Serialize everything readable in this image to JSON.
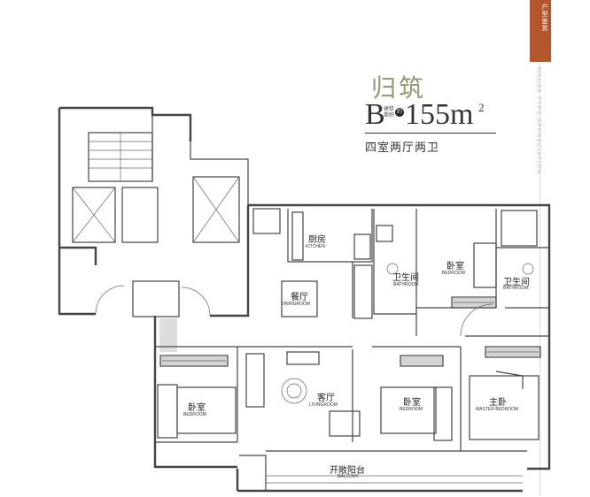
{
  "header": {
    "tab_text": "户型鉴赏",
    "side_text": "HOUSE TYPE APPRECIATION",
    "name": "归筑",
    "model": "B",
    "area_label": "建筑面积",
    "area_mark": "约",
    "area_value": "155",
    "area_unit": "m",
    "area_sup": "2",
    "layout": "四室两厅两卫"
  },
  "rooms": {
    "kitchen": {
      "cn": "厨房",
      "en": "KITCHEN"
    },
    "dining": {
      "cn": "餐厅",
      "en": "DININGROOM"
    },
    "bath1": {
      "cn": "卫生间",
      "en": "BATHROOM"
    },
    "bedroom1": {
      "cn": "卧室",
      "en": "BEDROOM"
    },
    "bath2": {
      "cn": "卫生间",
      "en": "BATHROOM"
    },
    "bedroom2": {
      "cn": "卧室",
      "en": "BEDROOM"
    },
    "living": {
      "cn": "客厅",
      "en": "LIVINGROOM"
    },
    "bedroom3": {
      "cn": "卧室",
      "en": "BEDROOM"
    },
    "master": {
      "cn": "主卧",
      "en": "MASTER BEDROOM"
    },
    "balcony": {
      "cn": "开敞阳台",
      "en": "BALCONY"
    }
  }
}
